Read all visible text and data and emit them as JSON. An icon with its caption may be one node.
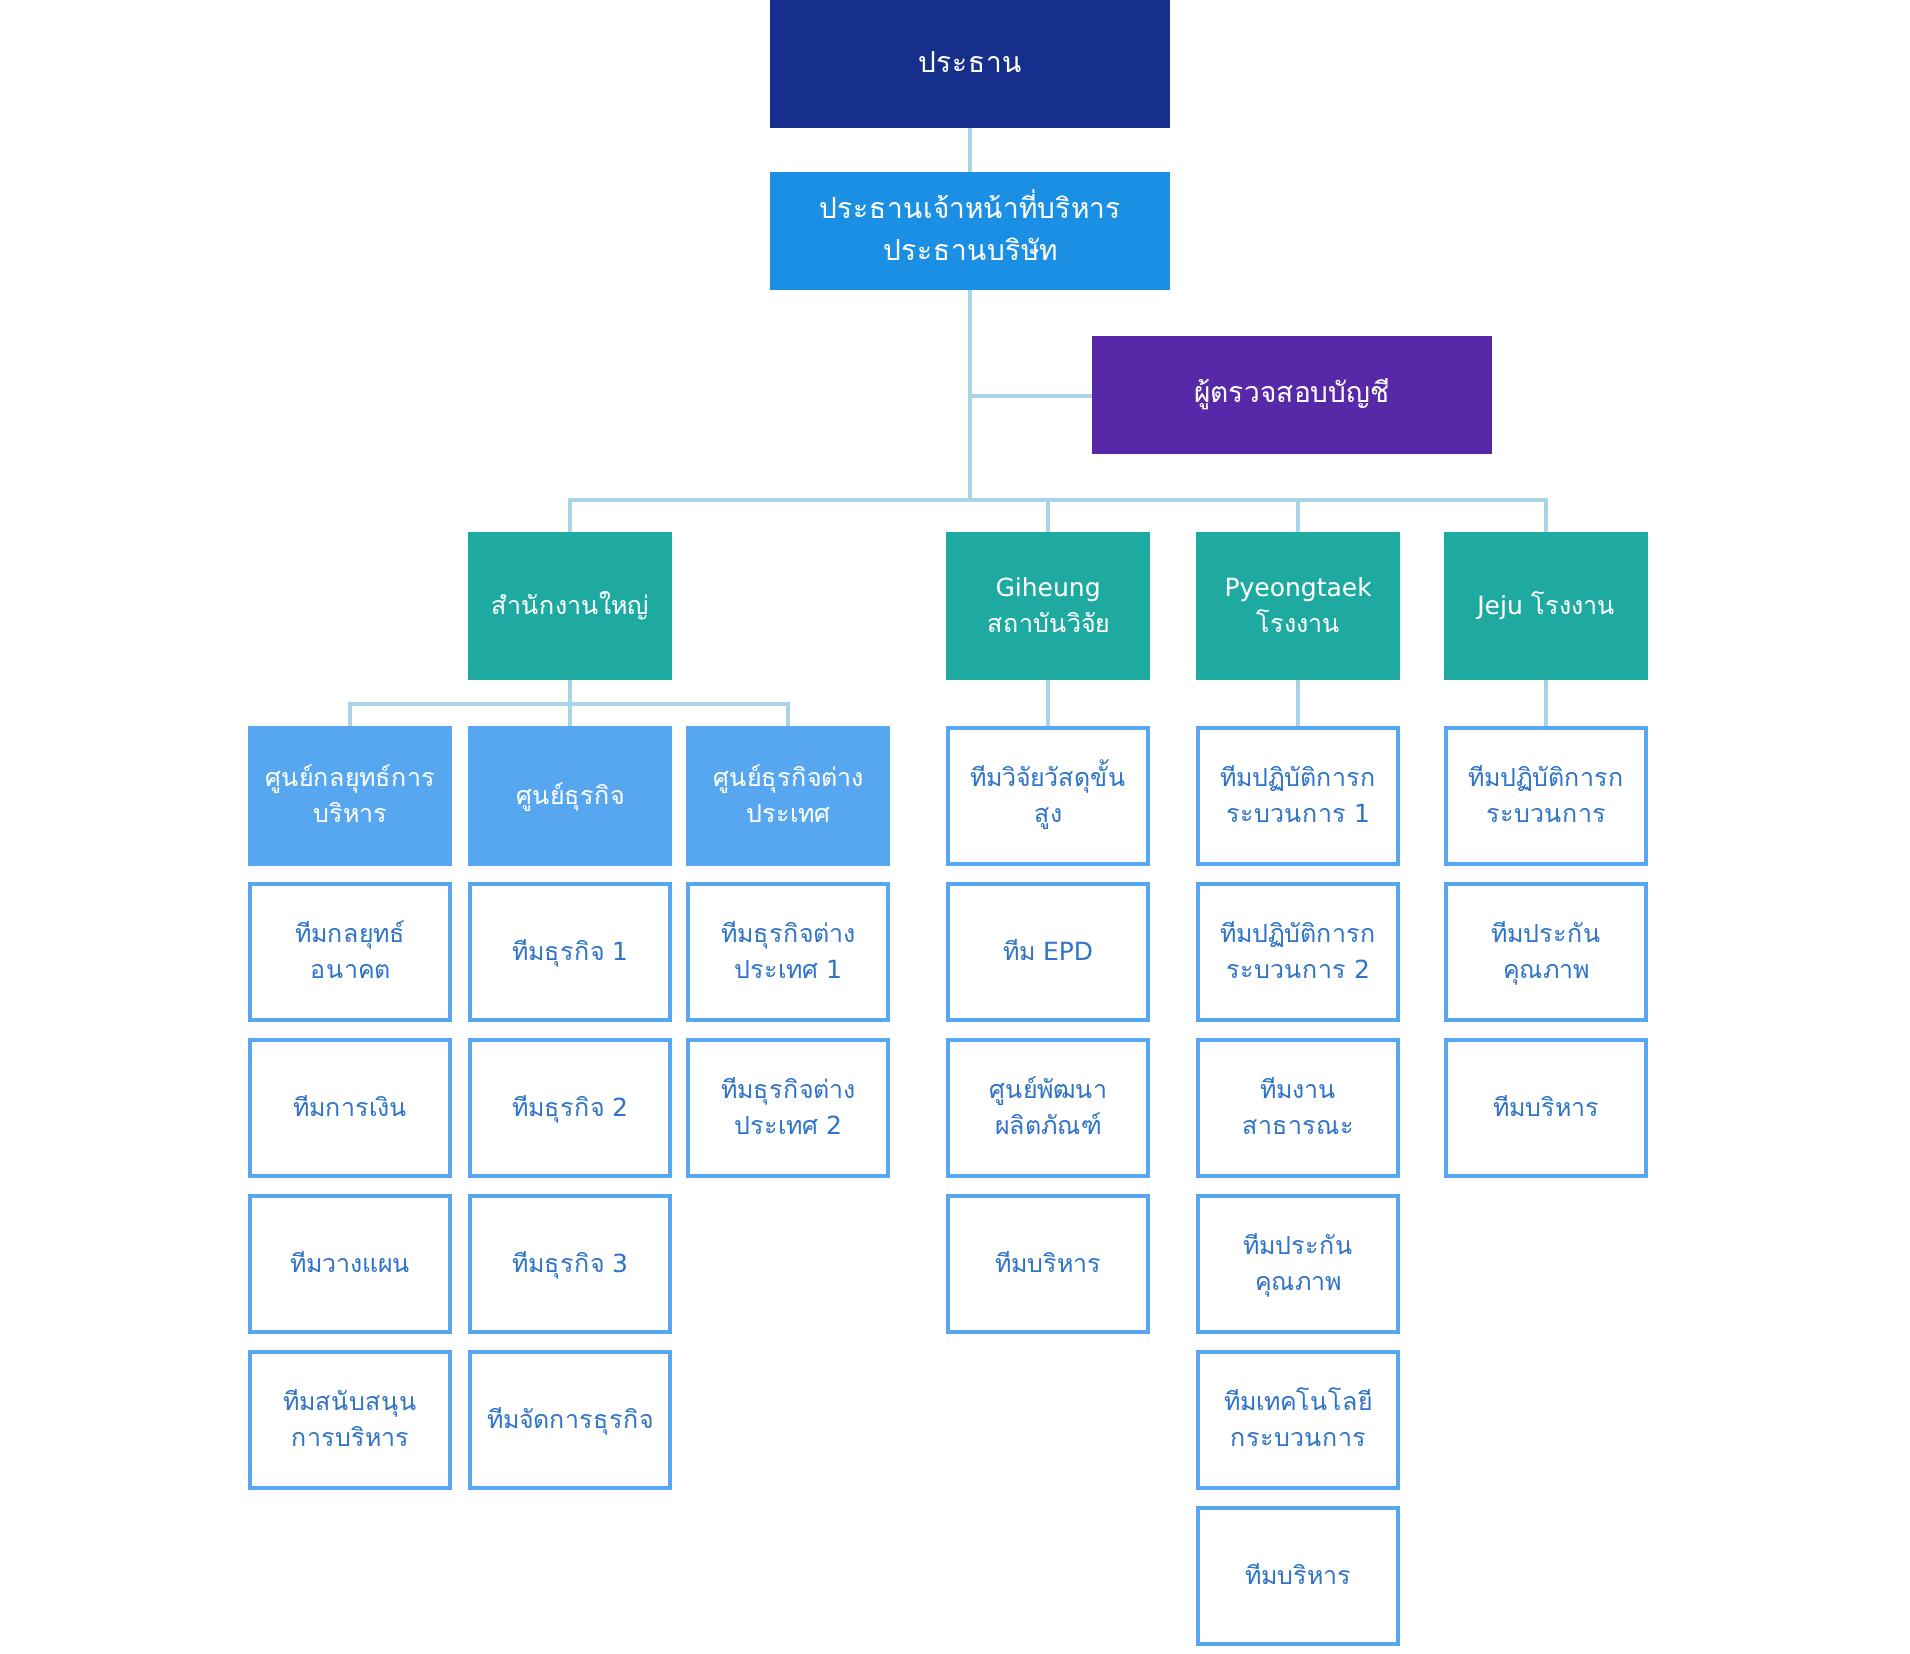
{
  "diagram": {
    "nodes": [
      {
        "text": [
          "ประธาน"
        ]
      },
      {
        "text": [
          "ประธานเจ้าหน้าที่บริหาร",
          "ประธานบริษัท"
        ]
      },
      {
        "text": [
          "ผู้ตรวจสอบบัญชี"
        ]
      },
      {
        "text": [
          "สำนักงานใหญ่"
        ]
      },
      {
        "text": [
          "Giheung สถาบันวิจัย"
        ]
      },
      {
        "text": [
          "Pyeongtaek โรงงาน"
        ]
      },
      {
        "text": [
          "Jeju โรงงาน"
        ]
      },
      {
        "text": [
          "ศูนย์กลยุทธ์การบริหาร"
        ]
      },
      {
        "text": [
          "ศูนย์ธุรกิจ"
        ]
      },
      {
        "text": [
          "ศูนย์ธุรกิจต่างประเทศ"
        ]
      },
      {
        "text": [
          "ทีมกลยุทธ์อนาคต"
        ]
      },
      {
        "text": [
          "ทีมการเงิน"
        ]
      },
      {
        "text": [
          "ทีมวางแผน"
        ]
      },
      {
        "text": [
          "ทีมสนับสนุนการบริหาร"
        ]
      },
      {
        "text": [
          "ทีมธุรกิจ 1"
        ]
      },
      {
        "text": [
          "ทีมธุรกิจ 2"
        ]
      },
      {
        "text": [
          "ทีมธุรกิจ 3"
        ]
      },
      {
        "text": [
          "ทีมจัดการธุรกิจ"
        ]
      },
      {
        "text": [
          "ทีมธุรกิจต่างประเทศ 1"
        ]
      },
      {
        "text": [
          "ทีมธุรกิจต่างประเทศ 2"
        ]
      },
      {
        "text": [
          "ทีมวิจัยวัสดุขั้นสูง"
        ]
      },
      {
        "text": [
          "ทีม EPD"
        ]
      },
      {
        "text": [
          "ศูนย์พัฒนาผลิตภัณฑ์"
        ]
      },
      {
        "text": [
          "ทีมบริหาร"
        ]
      },
      {
        "text": [
          "ทีมปฏิบัติการกระบวนการ 1"
        ]
      },
      {
        "text": [
          "ทีมปฏิบัติการกระบวนการ 2"
        ]
      },
      {
        "text": [
          "ทีมงานสาธารณะ"
        ]
      },
      {
        "text": [
          "ทีมประกันคุณภาพ"
        ]
      },
      {
        "text": [
          "ทีมเทคโนโลยีกระบวนการ"
        ]
      },
      {
        "text": [
          "ทีมบริหาร"
        ]
      },
      {
        "text": [
          "ทีมปฏิบัติการกระบวนการ"
        ]
      },
      {
        "text": [
          "ทีมประกันคุณภาพ"
        ]
      },
      {
        "text": [
          "ทีมบริหาร"
        ]
      }
    ],
    "edges": [
      {
        "from": 0,
        "to": 1,
        "arrow": "none"
      },
      {
        "from": 1,
        "to": 2,
        "arrow": "none"
      },
      {
        "from": 1,
        "to": 3,
        "arrow": "none"
      },
      {
        "from": 1,
        "to": 4,
        "arrow": "none"
      },
      {
        "from": 1,
        "to": 5,
        "arrow": "none"
      },
      {
        "from": 1,
        "to": 6,
        "arrow": "none"
      },
      {
        "from": 3,
        "to": 7,
        "arrow": "none"
      },
      {
        "from": 3,
        "to": 8,
        "arrow": "none"
      },
      {
        "from": 3,
        "to": 9,
        "arrow": "none"
      },
      {
        "from": 4,
        "to": 20,
        "arrow": "none"
      },
      {
        "from": 5,
        "to": 24,
        "arrow": "none"
      },
      {
        "from": 6,
        "to": 30,
        "arrow": "none"
      }
    ]
  }
}
